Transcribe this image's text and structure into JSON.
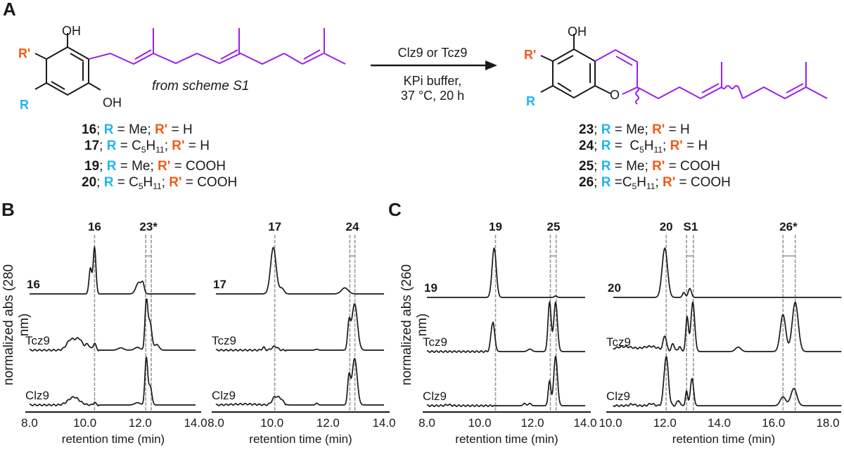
{
  "panels": {
    "A": "A",
    "B": "B",
    "C": "C"
  },
  "scheme": {
    "reactant_note": "from scheme S1",
    "atoms": {
      "OH_top": "OH",
      "OH_bottom": "OH",
      "R_prime": "R'",
      "R": "R",
      "O_ring": "O"
    },
    "conditions": {
      "above": "Clz9 or Tcz9",
      "below_1": "KPi buffer,",
      "below_2": "37 °C, 20 h"
    },
    "colors": {
      "R": "#1fb5f0",
      "R_prime": "#f25a15",
      "prenyl": "#9b1fe8",
      "bonds": "#1a1a1a"
    },
    "reactants": [
      {
        "id": "16",
        "R": "Me",
        "R_prime": "H"
      },
      {
        "id": "17",
        "R": "C5H11",
        "R_prime": "H"
      },
      {
        "id": "19",
        "R": "Me",
        "R_prime": "COOH"
      },
      {
        "id": "20",
        "R": "C5H11",
        "R_prime": "COOH"
      }
    ],
    "products": [
      {
        "id": "23",
        "R": "Me",
        "R_prime": "H"
      },
      {
        "id": "24",
        "R": "C5H11",
        "R_prime": "H"
      },
      {
        "id": "25",
        "R": "Me",
        "R_prime": "COOH"
      },
      {
        "id": "26",
        "R": "C5H11",
        "R_prime": "COOH"
      }
    ],
    "labels": {
      "R": "R",
      "R_prime": "R'",
      "eq": " = ",
      "sep": "; ",
      "Me": "Me",
      "H": "H",
      "COOH": "COOH",
      "C": "C",
      "five": "5",
      "Hh": "H",
      "eleven": "11"
    }
  },
  "chart_data": [
    {
      "type": "line",
      "panel": "B",
      "title": "",
      "ylabel": "normalized abs (280 nm)",
      "xlabel": "retention time (min)",
      "xlim": [
        8.0,
        14.0
      ],
      "xticks": [
        "8.0",
        "10.0",
        "12.0",
        "14.0"
      ],
      "peak_labels": [
        {
          "text": "16",
          "x": 10.35
        },
        {
          "text": "23*",
          "x": 12.3,
          "bracket": [
            12.2,
            12.4
          ]
        }
      ],
      "series": [
        {
          "name": "16",
          "peaks": [
            [
              10.2,
              0.55,
              0.05
            ],
            [
              10.35,
              1.0,
              0.05
            ],
            [
              11.95,
              0.25,
              0.1
            ],
            [
              12.1,
              0.18,
              0.05
            ]
          ]
        },
        {
          "name": "Tcz9",
          "peaks": [
            [
              9.5,
              0.23,
              0.15
            ],
            [
              9.8,
              0.22,
              0.12
            ],
            [
              10.1,
              0.12,
              0.08
            ],
            [
              10.35,
              0.15,
              0.05
            ],
            [
              11.3,
              0.05,
              0.1
            ],
            [
              11.9,
              0.06,
              0.1
            ],
            [
              12.22,
              1.0,
              0.05
            ],
            [
              12.35,
              0.6,
              0.07
            ],
            [
              12.6,
              0.12,
              0.08
            ]
          ]
        },
        {
          "name": "Clz9",
          "peaks": [
            [
              9.6,
              0.17,
              0.2
            ],
            [
              10.35,
              0.06,
              0.04
            ],
            [
              11.9,
              0.05,
              0.1
            ],
            [
              12.22,
              1.0,
              0.05
            ],
            [
              12.36,
              0.4,
              0.06
            ]
          ]
        }
      ],
      "annotations": [
        "dashed guide lines at 10.35, 12.2, 12.4"
      ]
    },
    {
      "type": "line",
      "panel": "B",
      "title": "",
      "ylabel": "",
      "xlabel": "retention time (min)",
      "xlim": [
        8.0,
        14.0
      ],
      "xticks": [
        "8.0",
        "10.0",
        "12.0",
        "14.0"
      ],
      "peak_labels": [
        {
          "text": "17",
          "x": 10.1
        },
        {
          "text": "24",
          "x": 12.87,
          "bracket": [
            12.78,
            12.96
          ]
        }
      ],
      "series": [
        {
          "name": "17",
          "peaks": [
            [
              10.05,
              1.0,
              0.1
            ],
            [
              10.35,
              0.12,
              0.08
            ],
            [
              12.6,
              0.13,
              0.12
            ]
          ]
        },
        {
          "name": "Tcz9",
          "peaks": [
            [
              9.7,
              0.06,
              0.05
            ],
            [
              10.1,
              0.08,
              0.1
            ],
            [
              11.6,
              0.02,
              0.05
            ],
            [
              12.75,
              0.55,
              0.05
            ],
            [
              12.95,
              1.0,
              0.1
            ]
          ]
        },
        {
          "name": "Clz9",
          "peaks": [
            [
              9.0,
              0.02,
              0.4
            ],
            [
              10.1,
              0.16,
              0.1
            ],
            [
              10.3,
              0.13,
              0.1
            ],
            [
              11.6,
              0.04,
              0.04
            ],
            [
              12.75,
              0.6,
              0.05
            ],
            [
              12.95,
              1.0,
              0.09
            ]
          ]
        }
      ],
      "annotations": [
        "guide lines at 10.1, 12.78, 12.96"
      ]
    },
    {
      "type": "line",
      "panel": "C",
      "title": "",
      "ylabel": "normalized abs (260 nm)",
      "xlabel": "retention time (min)",
      "xlim": [
        8.0,
        14.0
      ],
      "xticks": [
        "8.0",
        "10.0",
        "12.0",
        "14.0"
      ],
      "peak_labels": [
        {
          "text": "19",
          "x": 10.6
        },
        {
          "text": "25",
          "x": 12.8,
          "bracket": [
            12.68,
            12.9
          ]
        }
      ],
      "series": [
        {
          "name": "19",
          "peaks": [
            [
              10.55,
              1.0,
              0.08
            ],
            [
              12.88,
              0.03,
              0.05
            ]
          ]
        },
        {
          "name": "Tcz9",
          "peaks": [
            [
              10.5,
              0.6,
              0.07
            ],
            [
              11.9,
              0.05,
              0.08
            ],
            [
              12.65,
              1.0,
              0.06
            ],
            [
              12.88,
              1.0,
              0.07
            ]
          ]
        },
        {
          "name": "Clz9",
          "peaks": [
            [
              8.8,
              0.02,
              0.1
            ],
            [
              11.7,
              0.05,
              0.05
            ],
            [
              11.9,
              0.05,
              0.05
            ],
            [
              12.65,
              0.5,
              0.05
            ],
            [
              12.88,
              1.0,
              0.07
            ]
          ]
        }
      ],
      "annotations": [
        "guide lines at 10.6, 12.68, 12.9"
      ]
    },
    {
      "type": "line",
      "panel": "C",
      "title": "",
      "ylabel": "",
      "xlabel": "retention time (min)",
      "xlim": [
        10.0,
        18.5
      ],
      "xticks": [
        "10.0",
        "12.0",
        "14.0",
        "16.0",
        "18.0"
      ],
      "peak_labels": [
        {
          "text": "20",
          "x": 12.05
        },
        {
          "text": "S1",
          "x": 12.95,
          "bracket": [
            12.8,
            13.05
          ]
        },
        {
          "text": "26*",
          "x": 16.55,
          "bracket": [
            16.35,
            16.8
          ]
        }
      ],
      "series": [
        {
          "name": "20",
          "peaks": [
            [
              12.0,
              1.0,
              0.1
            ],
            [
              12.7,
              0.1,
              0.05
            ],
            [
              12.92,
              0.18,
              0.06
            ]
          ]
        },
        {
          "name": "Tcz9",
          "peaks": [
            [
              10.5,
              0.1,
              0.4
            ],
            [
              11.5,
              0.1,
              0.3
            ],
            [
              12.0,
              0.3,
              0.06
            ],
            [
              12.3,
              0.15,
              0.06
            ],
            [
              12.55,
              0.1,
              0.05
            ],
            [
              12.82,
              0.7,
              0.05
            ],
            [
              13.03,
              1.0,
              0.07
            ],
            [
              14.7,
              0.09,
              0.1
            ],
            [
              16.35,
              0.75,
              0.1
            ],
            [
              16.8,
              1.0,
              0.11
            ]
          ]
        },
        {
          "name": "Clz9",
          "peaks": [
            [
              10.8,
              0.03,
              0.1
            ],
            [
              11.5,
              0.04,
              0.1
            ],
            [
              12.05,
              1.0,
              0.08
            ],
            [
              12.5,
              0.1,
              0.06
            ],
            [
              12.8,
              0.3,
              0.04
            ],
            [
              13.0,
              0.55,
              0.06
            ],
            [
              16.35,
              0.18,
              0.1
            ],
            [
              16.75,
              0.35,
              0.11
            ]
          ]
        }
      ],
      "annotations": [
        "guide lines at 12.05, 12.8, 13.05, 16.35, 16.8"
      ]
    }
  ]
}
